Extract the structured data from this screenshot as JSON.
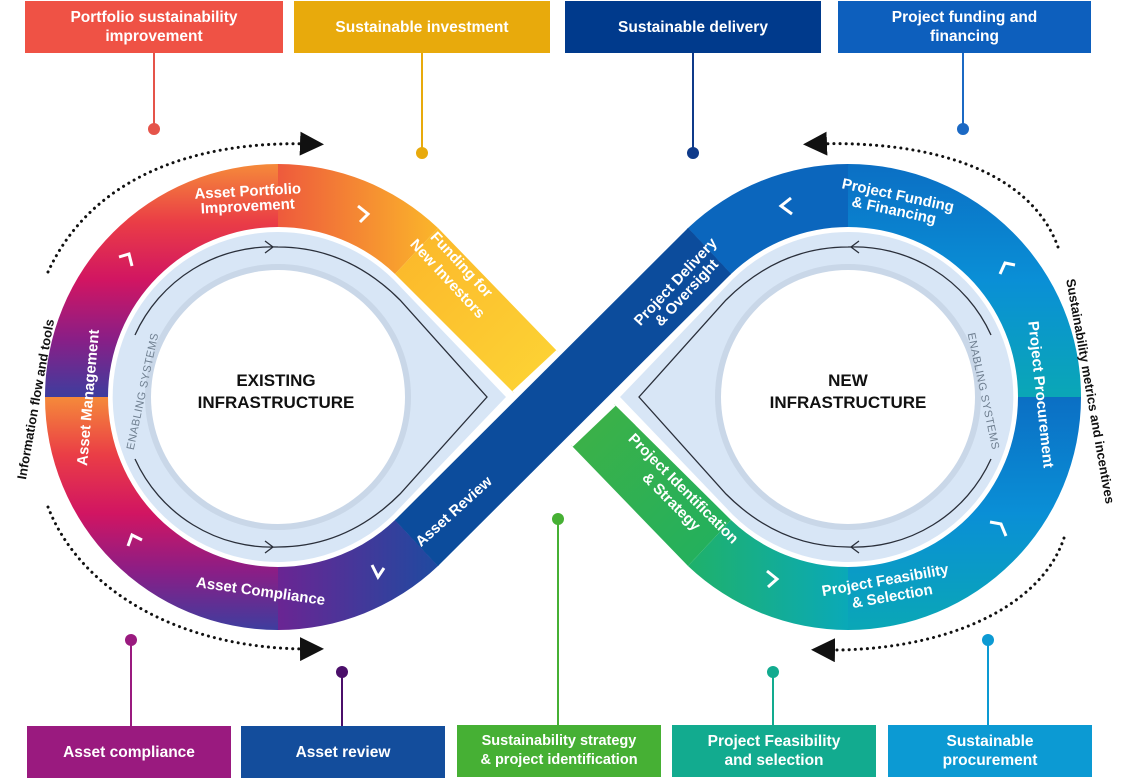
{
  "top_boxes": [
    {
      "id": "portfolio",
      "lines": [
        "Portfolio sustainability",
        "improvement"
      ],
      "color": "#ef5245"
    },
    {
      "id": "investment",
      "lines": [
        "Sustainable investment"
      ],
      "color": "#e8aa0c"
    },
    {
      "id": "delivery",
      "lines": [
        "Sustainable delivery"
      ],
      "color": "#003a8c"
    },
    {
      "id": "funding",
      "lines": [
        "Project funding and",
        "financing"
      ],
      "color": "#0d5fbd"
    }
  ],
  "bottom_boxes": [
    {
      "id": "compliance",
      "lines": [
        "Asset compliance"
      ],
      "color": "#9a1a7f"
    },
    {
      "id": "review",
      "lines": [
        "Asset review"
      ],
      "color": "#134d9c"
    },
    {
      "id": "strategy",
      "lines": [
        "Sustainability strategy",
        "& project identification"
      ],
      "color": "#46b034"
    },
    {
      "id": "feasibility",
      "lines": [
        "Project Feasibility",
        "and selection"
      ],
      "color": "#12ab8f"
    },
    {
      "id": "procurement",
      "lines": [
        "Sustainable",
        "procurement"
      ],
      "color": "#0c9ad3"
    }
  ],
  "left_loop": {
    "center_lines": [
      "EXISTING",
      "INFRASTRUCTURE"
    ],
    "enabling": "ENABLING SYSTEMS",
    "stages": {
      "portfolio": [
        "Asset Portfolio",
        "Improvement"
      ],
      "funding": [
        "Funding for",
        "New Investors"
      ],
      "management": [
        "Asset Management"
      ],
      "compliance": [
        "Asset Compliance"
      ],
      "review": [
        "Asset Review"
      ]
    }
  },
  "right_loop": {
    "center_lines": [
      "NEW",
      "INFRASTRUCTURE"
    ],
    "enabling": "ENABLING SYSTEMS",
    "stages": {
      "delivery": [
        "Project Delivery",
        "& Oversight"
      ],
      "funding": [
        "Project Funding",
        "& Financing"
      ],
      "procurement": [
        "Project Procurement"
      ],
      "feasibility": [
        "Project Feasibility",
        "& Selection"
      ],
      "identification": [
        "Project Identification",
        "& Strategy"
      ]
    }
  },
  "side_labels": {
    "left": "Information flow and tools",
    "right": "Sustainability metrics and incentives"
  }
}
